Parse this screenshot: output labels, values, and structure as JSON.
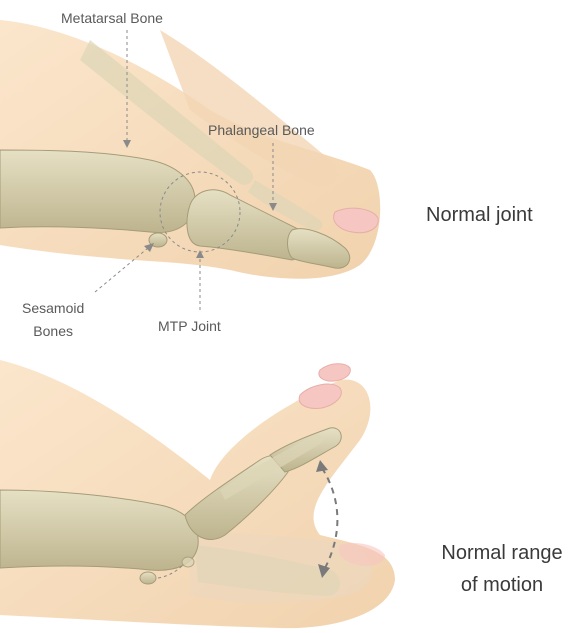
{
  "top": {
    "labels": {
      "metatarsal": "Metatarsal Bone",
      "phalangeal": "Phalangeal Bone",
      "sesamoid_line1": "Sesamoid",
      "sesamoid_line2": "Bones",
      "mtp": "MTP Joint"
    },
    "caption": "Normal joint"
  },
  "bottom": {
    "caption_line1": "Normal range",
    "caption_line2": "of motion"
  },
  "colors": {
    "skin": "#f6dcba",
    "skin_shade": "#eac79f",
    "bone": "#d9d2b0",
    "bone_shade": "#b9b08a",
    "nail": "#f6c7c2",
    "dash": "#8a8a8a"
  }
}
